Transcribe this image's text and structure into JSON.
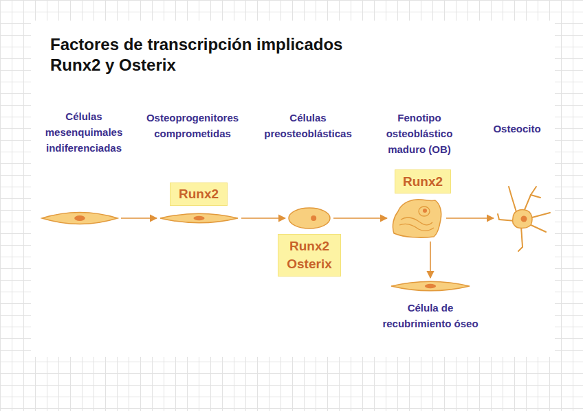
{
  "diagram": {
    "title": "Factores de transcripción implicados Runx2 y Osterix",
    "nodes": [
      {
        "text": [
          "Células mesenquimales indiferenciadas"
        ]
      },
      {
        "text": [
          "Osteoprogenitores comprometidas"
        ]
      },
      {
        "text": [
          "Runx2"
        ]
      },
      {
        "text": [
          "Células preosteoblásticas"
        ]
      },
      {
        "text": [
          "Runx2 Osterix"
        ]
      },
      {
        "text": [
          "Fenotipo osteoblástico maduro (OB)"
        ]
      },
      {
        "text": [
          "Runx2"
        ]
      },
      {
        "text": [
          "Osteocito"
        ]
      },
      {
        "text": [
          "Célula de recubrimiento óseo"
        ]
      }
    ],
    "edges": [
      {
        "from": 0,
        "to": 1,
        "arrow": "to"
      },
      {
        "from": 1,
        "to": 3,
        "arrow": "to"
      },
      {
        "from": 3,
        "to": 5,
        "arrow": "to"
      },
      {
        "from": 5,
        "to": 7,
        "arrow": "to"
      },
      {
        "from": 5,
        "to": 8,
        "arrow": "to"
      }
    ]
  }
}
